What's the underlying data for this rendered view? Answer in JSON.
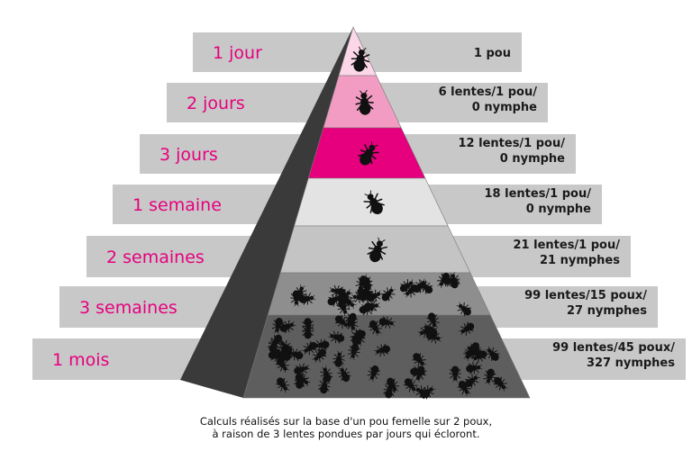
{
  "levels": [
    {
      "period": "1 jour",
      "count_lines": [
        "1 pou"
      ],
      "fill": "#fbd7e8",
      "lice": 1
    },
    {
      "period": "2 jours",
      "count_lines": [
        "6 lentes/1 pou/",
        "0 nymphe"
      ],
      "fill": "#f29cc3",
      "lice": 1
    },
    {
      "period": "3 jours",
      "count_lines": [
        "12 lentes/1 pou/",
        "0 nymphe"
      ],
      "fill": "#e6007e",
      "lice": 1
    },
    {
      "period": "1 semaine",
      "count_lines": [
        "18 lentes/1 pou/",
        "0 nymphe"
      ],
      "fill": "#e3e3e3",
      "lice": 1
    },
    {
      "period": "2 semaines",
      "count_lines": [
        "21 lentes/1 pou/",
        "21 nymphes"
      ],
      "fill": "#c4c4c4",
      "lice": 1
    },
    {
      "period": "3 semaines",
      "count_lines": [
        "99 lentes/15 poux/",
        "27 nymphes"
      ],
      "fill": "#8e8e8e",
      "lice": 26
    },
    {
      "period": "1 mois",
      "count_lines": [
        "99 lentes/45 poux/",
        "327 nymphes"
      ],
      "fill": "#5e5e5e",
      "lice": 60
    }
  ],
  "colors": {
    "band": "#c8c8c8",
    "label_text": "#e6007e",
    "pyramid_side": "#3a3a3a",
    "louse": "#111111"
  },
  "icon": "louse-icon",
  "caption": {
    "line1": "Calculs réalisés sur la base d'un pou femelle sur 2 poux,",
    "line2": "à raison de 3 lentes pondues par jours qui écloront."
  }
}
